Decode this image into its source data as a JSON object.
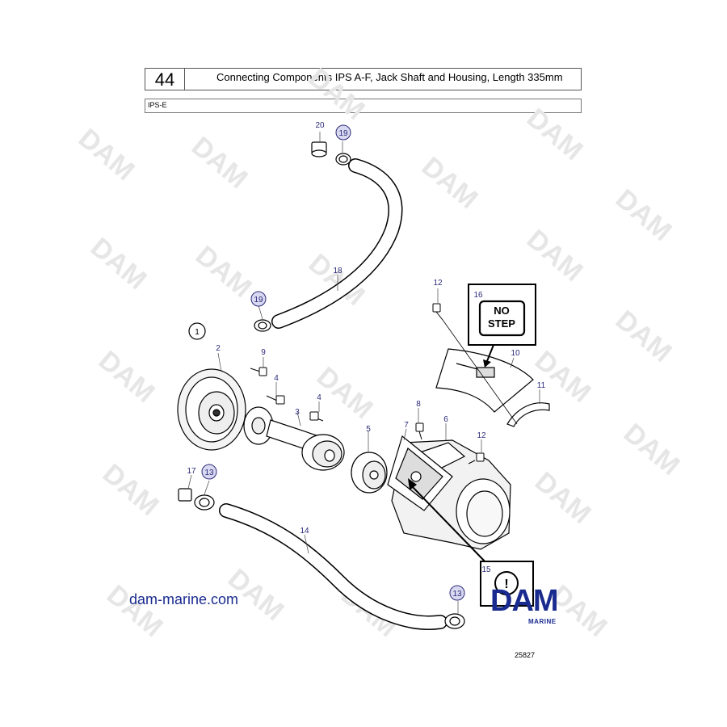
{
  "header": {
    "page_number": "44",
    "title": "Connecting Components IPS A-F, Jack Shaft and Housing, Length 335mm",
    "subtitle": "IPS-E"
  },
  "callouts": {
    "c1": "1",
    "c2": "2",
    "c3": "3",
    "c4a": "4",
    "c4b": "4",
    "c5": "5",
    "c6": "6",
    "c7": "7",
    "c8": "8",
    "c9": "9",
    "c10": "10",
    "c11": "11",
    "c12a": "12",
    "c12b": "12",
    "c13a": "13",
    "c13b": "13",
    "c14": "14",
    "c15": "15",
    "c16": "16",
    "c17": "17",
    "c18": "18",
    "c19a": "19",
    "c19b": "19",
    "c20": "20"
  },
  "labels": {
    "no_step_line1": "NO",
    "no_step_line2": "STEP",
    "watermark": "DAM"
  },
  "brand": {
    "logo_text": "DAM",
    "logo_sub": "MARINE",
    "website": "dam-marine.com",
    "color": "#1a2b8f"
  },
  "drawing_number": "25827"
}
